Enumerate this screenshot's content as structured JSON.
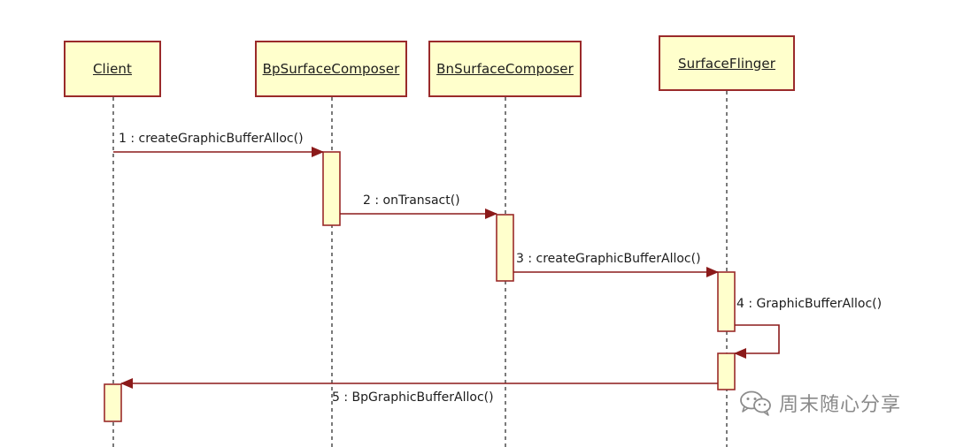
{
  "lifelines": [
    {
      "id": "client",
      "name": "Client"
    },
    {
      "id": "bp",
      "name": "BpSurfaceComposer"
    },
    {
      "id": "bn",
      "name": "BnSurfaceComposer"
    },
    {
      "id": "sf",
      "name": "SurfaceFlinger"
    }
  ],
  "messages": [
    {
      "seq": 1,
      "label": "1 : createGraphicBufferAlloc()",
      "from": "Client",
      "to": "BpSurfaceComposer"
    },
    {
      "seq": 2,
      "label": "2 : onTransact()",
      "from": "BpSurfaceComposer",
      "to": "BnSurfaceComposer"
    },
    {
      "seq": 3,
      "label": "3 : createGraphicBufferAlloc()",
      "from": "BnSurfaceComposer",
      "to": "SurfaceFlinger"
    },
    {
      "seq": 4,
      "label": "4 : GraphicBufferAlloc()",
      "from": "SurfaceFlinger",
      "to": "SurfaceFlinger"
    },
    {
      "seq": 5,
      "label": "5 : BpGraphicBufferAlloc()",
      "from": "SurfaceFlinger",
      "to": "Client"
    }
  ],
  "watermark": {
    "text": "周末随心分享",
    "icon": "wechat-icon"
  },
  "colors": {
    "lifeline_fill": "#ffffcc",
    "lifeline_border": "#9a2a2a",
    "arrow": "#8b1a1a",
    "dashed_line": "#333333"
  }
}
